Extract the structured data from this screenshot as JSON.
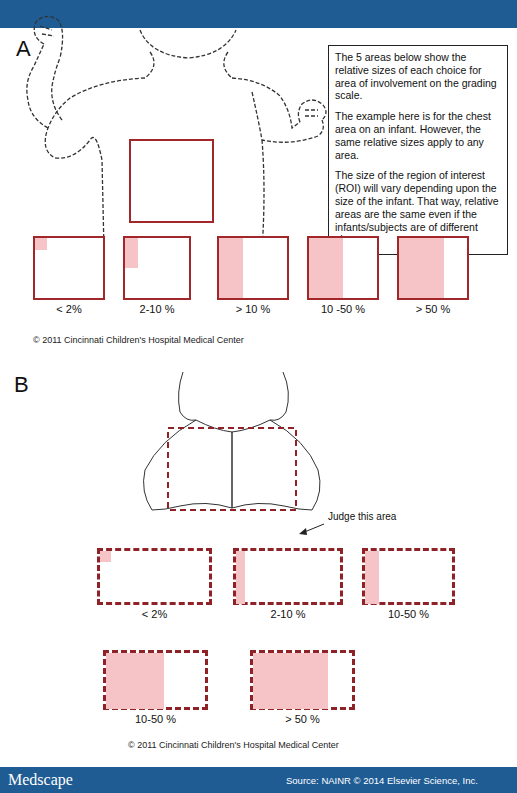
{
  "diagram": {
    "nodes": [
      {
        "text": [
          "The 5 areas below show the relative sizes of each choice for area of involvement on the grading scale.",
          "The example here is for the chest area on an infant. However, the same relative sizes apply to any area.",
          "The size of the region of interest (ROI) will vary depending upon the size of the infant. That way, relative areas are the same even if the infants/subjects are of different sizes."
        ]
      },
      {
        "text": [
          "< 2%"
        ]
      },
      {
        "text": [
          "2-10 %"
        ]
      },
      {
        "text": [
          "> 10 %"
        ]
      },
      {
        "text": [
          "10 -50 %"
        ]
      },
      {
        "text": [
          "> 50 %"
        ]
      },
      {
        "text": [
          "< 2%"
        ]
      },
      {
        "text": [
          "2-10 %"
        ]
      },
      {
        "text": [
          "10-50 %"
        ]
      },
      {
        "text": [
          "10-50 %"
        ]
      },
      {
        "text": [
          "> 50 %"
        ]
      }
    ],
    "labels": [
      "A",
      "© 2011 Cincinnati Children's Hospital Medical Center",
      "B",
      "Judge this area",
      "© 2011 Cincinnati Children's Hospital Medical Center",
      "Medscape",
      "Source: NAINR © 2014 Elsevier Science, Inc."
    ]
  }
}
